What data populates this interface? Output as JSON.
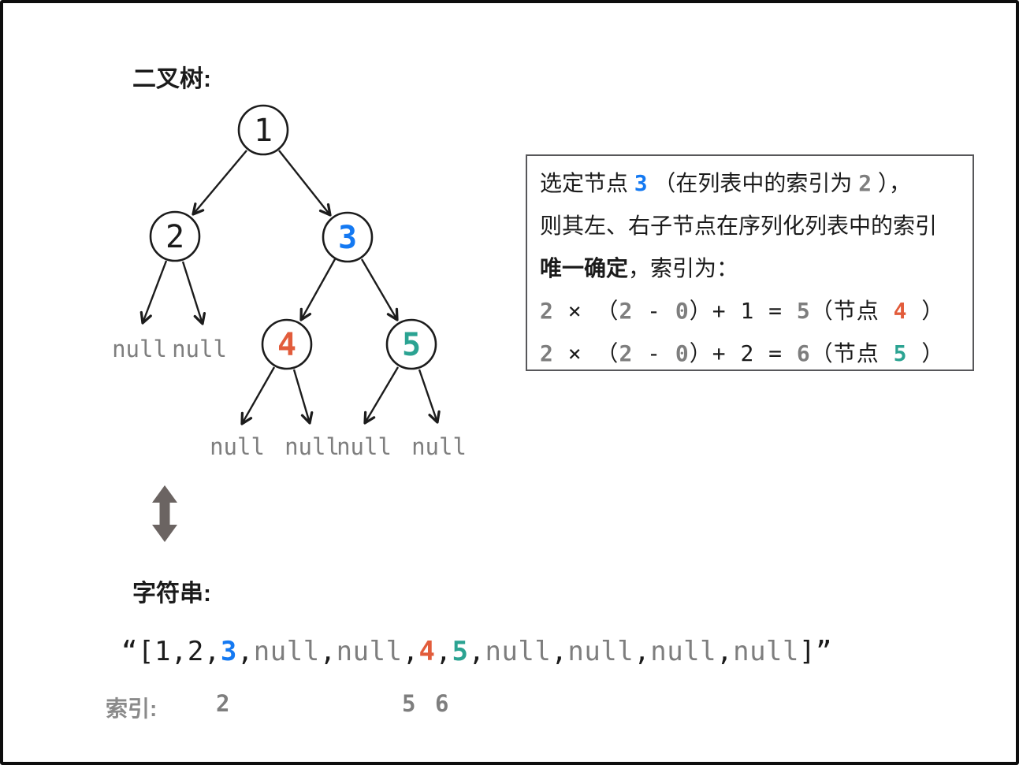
{
  "colors": {
    "ink": "#1b1b1b",
    "gray": "#7e7e7e",
    "blue": "#1479f2",
    "orange": "#e25c3b",
    "teal": "#2ba392",
    "arrow_gray": "#6b6462"
  },
  "tree": {
    "title": "二叉树:",
    "nodes": [
      {
        "label": "1",
        "color": "ink"
      },
      {
        "label": "2",
        "color": "ink"
      },
      {
        "label": "3",
        "color": "blue"
      },
      {
        "label": "4",
        "color": "orange"
      },
      {
        "label": "5",
        "color": "teal"
      }
    ],
    "null_labels": [
      "null",
      "null",
      "null",
      "null",
      "null",
      "null"
    ]
  },
  "info_box": {
    "lines": [
      {
        "segments": [
          {
            "t": "选定节点 ",
            "c": "k"
          },
          {
            "t": "3",
            "c": "b",
            "bold": true,
            "mono": true
          },
          {
            "t": " （在列表中的索引为 ",
            "c": "k"
          },
          {
            "t": "2",
            "c": "g",
            "bold": true,
            "mono": true
          },
          {
            "t": " ），",
            "c": "k"
          }
        ]
      },
      {
        "segments": [
          {
            "t": "则其左、右子节点在序列化列表中的索引",
            "c": "k"
          }
        ]
      },
      {
        "segments": [
          {
            "t": "唯一确定",
            "c": "k",
            "bold": true
          },
          {
            "t": "，索引为：",
            "c": "k"
          }
        ]
      },
      {
        "segments": [
          {
            "t": "2",
            "c": "g",
            "bold": true
          },
          {
            "t": " × （",
            "c": "k"
          },
          {
            "t": "2",
            "c": "g",
            "bold": true
          },
          {
            "t": " - ",
            "c": "k"
          },
          {
            "t": "0",
            "c": "g",
            "bold": true
          },
          {
            "t": "）+ 1 = ",
            "c": "k"
          },
          {
            "t": "5",
            "c": "g",
            "bold": true
          },
          {
            "t": "（节点 ",
            "c": "k"
          },
          {
            "t": "4",
            "c": "o",
            "bold": true
          },
          {
            "t": " ）",
            "c": "k"
          }
        ]
      },
      {
        "segments": [
          {
            "t": "2",
            "c": "g",
            "bold": true
          },
          {
            "t": " × （",
            "c": "k"
          },
          {
            "t": "2",
            "c": "g",
            "bold": true
          },
          {
            "t": " - ",
            "c": "k"
          },
          {
            "t": "0",
            "c": "g",
            "bold": true
          },
          {
            "t": "）+ 2 = ",
            "c": "k"
          },
          {
            "t": "6",
            "c": "g",
            "bold": true
          },
          {
            "t": "（节点 ",
            "c": "k"
          },
          {
            "t": "5",
            "c": "t",
            "bold": true
          },
          {
            "t": " ）",
            "c": "k"
          }
        ]
      }
    ]
  },
  "serialization": {
    "title": "字符串:",
    "value": "“[1,2,3,null,null,4,5,null,null,null,null]”",
    "string_segments": [
      {
        "t": "“[1,2,",
        "c": "k"
      },
      {
        "t": "3",
        "c": "b",
        "bold": true
      },
      {
        "t": ",",
        "c": "k"
      },
      {
        "t": "null",
        "c": "g"
      },
      {
        "t": ",",
        "c": "k"
      },
      {
        "t": "null",
        "c": "g"
      },
      {
        "t": ",",
        "c": "k"
      },
      {
        "t": "4",
        "c": "o",
        "bold": true
      },
      {
        "t": ",",
        "c": "k"
      },
      {
        "t": "5",
        "c": "t",
        "bold": true
      },
      {
        "t": ",",
        "c": "k"
      },
      {
        "t": "null",
        "c": "g"
      },
      {
        "t": ",",
        "c": "k"
      },
      {
        "t": "null",
        "c": "g"
      },
      {
        "t": ",",
        "c": "k"
      },
      {
        "t": "null",
        "c": "g"
      },
      {
        "t": ",",
        "c": "k"
      },
      {
        "t": "null",
        "c": "g"
      },
      {
        "t": "]”",
        "c": "k"
      }
    ],
    "index_label": "索引:",
    "index_marks": [
      "2",
      "5",
      "6"
    ]
  }
}
